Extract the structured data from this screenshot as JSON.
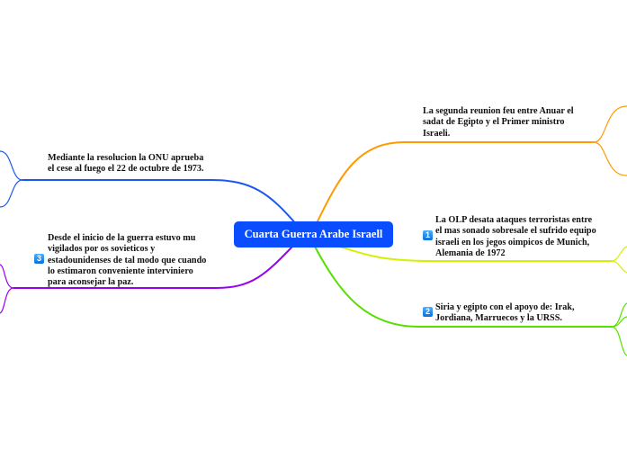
{
  "center": {
    "label": "Cuarta Guerra Arabe Israell"
  },
  "branches": [
    {
      "text": "Mediante la resolucion la ONU aprueba el cese al fuego el 22 de octubre de 1973.",
      "color": "#1a56f0"
    },
    {
      "text": "La segunda reunion feu entre Anuar el sadat de Egipto y el Primer ministro Israeli.",
      "color": "#ff9a00"
    },
    {
      "badge": "1",
      "text": "La OLP desata ataques terroristas entre el mas sonado sobresale el sufrido equipo israeli en los jegos oimpicos de Munich, Alemania de 1972",
      "color": "#d4f000"
    },
    {
      "badge": "2",
      "text": "Siria y egipto con el apoyo de: Irak, Jordiana, Marruecos y la URSS.",
      "color": "#55e000"
    },
    {
      "badge": "3",
      "text": "Desde el inicio de la guerra estuvo mu vigilados por os sovieticos y estadounidenses de tal modo que cuando lo estimaron conveniente interviniero para aconsejar la paz.",
      "color": "#9a00f0"
    }
  ]
}
